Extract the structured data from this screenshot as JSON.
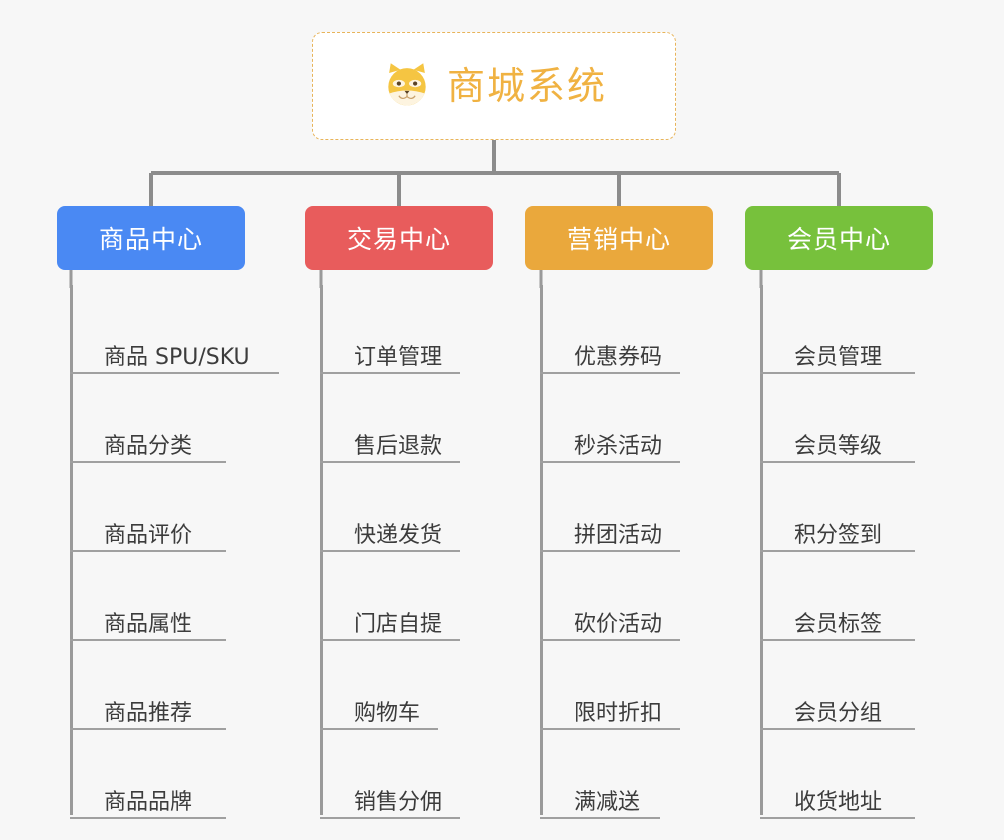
{
  "root": {
    "title": "商城系统",
    "icon": "shiba-dog-face-icon",
    "border_color": "#e8b45a",
    "text_color": "#f0b242",
    "background": "#ffffff"
  },
  "canvas": {
    "background": "#f7f7f7",
    "connector_color": "#8c8c8c"
  },
  "categories": [
    {
      "label": "商品中心",
      "color": "#4a89f3",
      "items": [
        "商品 SPU/SKU",
        "商品分类",
        "商品评价",
        "商品属性",
        "商品推荐",
        "商品品牌"
      ]
    },
    {
      "label": "交易中心",
      "color": "#e85c5c",
      "items": [
        "订单管理",
        "售后退款",
        "快递发货",
        "门店自提",
        "购物车",
        "销售分佣"
      ]
    },
    {
      "label": "营销中心",
      "color": "#eaa83c",
      "items": [
        "优惠券码",
        "秒杀活动",
        "拼团活动",
        "砍价活动",
        "限时折扣",
        "满减送"
      ]
    },
    {
      "label": "会员中心",
      "color": "#77c13c",
      "items": [
        "会员管理",
        "会员等级",
        "积分签到",
        "会员标签",
        "会员分组",
        "收货地址"
      ]
    }
  ]
}
